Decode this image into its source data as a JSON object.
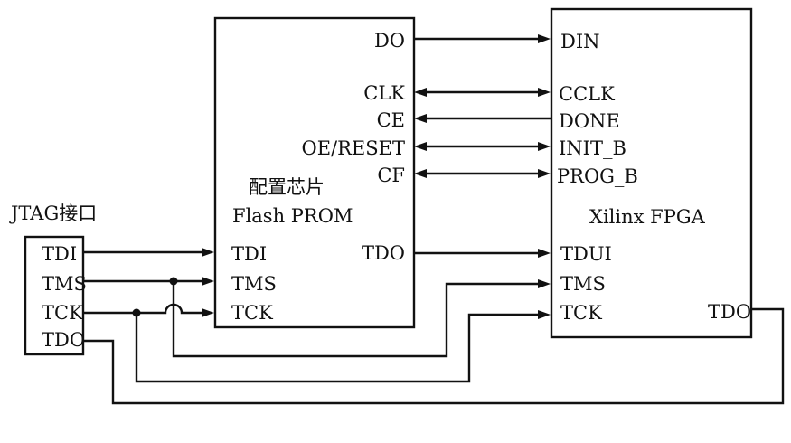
{
  "jtag": {
    "title": "JTAG接口",
    "pins": {
      "tdi": "TDI",
      "tms": "TMS",
      "tck": "TCK",
      "tdo": "TDO"
    }
  },
  "prom": {
    "name_cn": "配置芯片",
    "name_en": "Flash PROM",
    "pins": {
      "do": "DO",
      "clk": "CLK",
      "ce": "CE",
      "oe_reset": "OE/RESET",
      "cf": "CF",
      "tdo": "TDO",
      "tdi": "TDI",
      "tms": "TMS",
      "tck": "TCK"
    }
  },
  "fpga": {
    "name": "Xilinx FPGA",
    "pins": {
      "din": "DIN",
      "cclk": "CCLK",
      "done": "DONE",
      "init_b": "INIT_B",
      "prog_b": "PROG_B",
      "tdui": "TDUI",
      "tms": "TMS",
      "tck": "TCK",
      "tdo": "TDO"
    }
  }
}
